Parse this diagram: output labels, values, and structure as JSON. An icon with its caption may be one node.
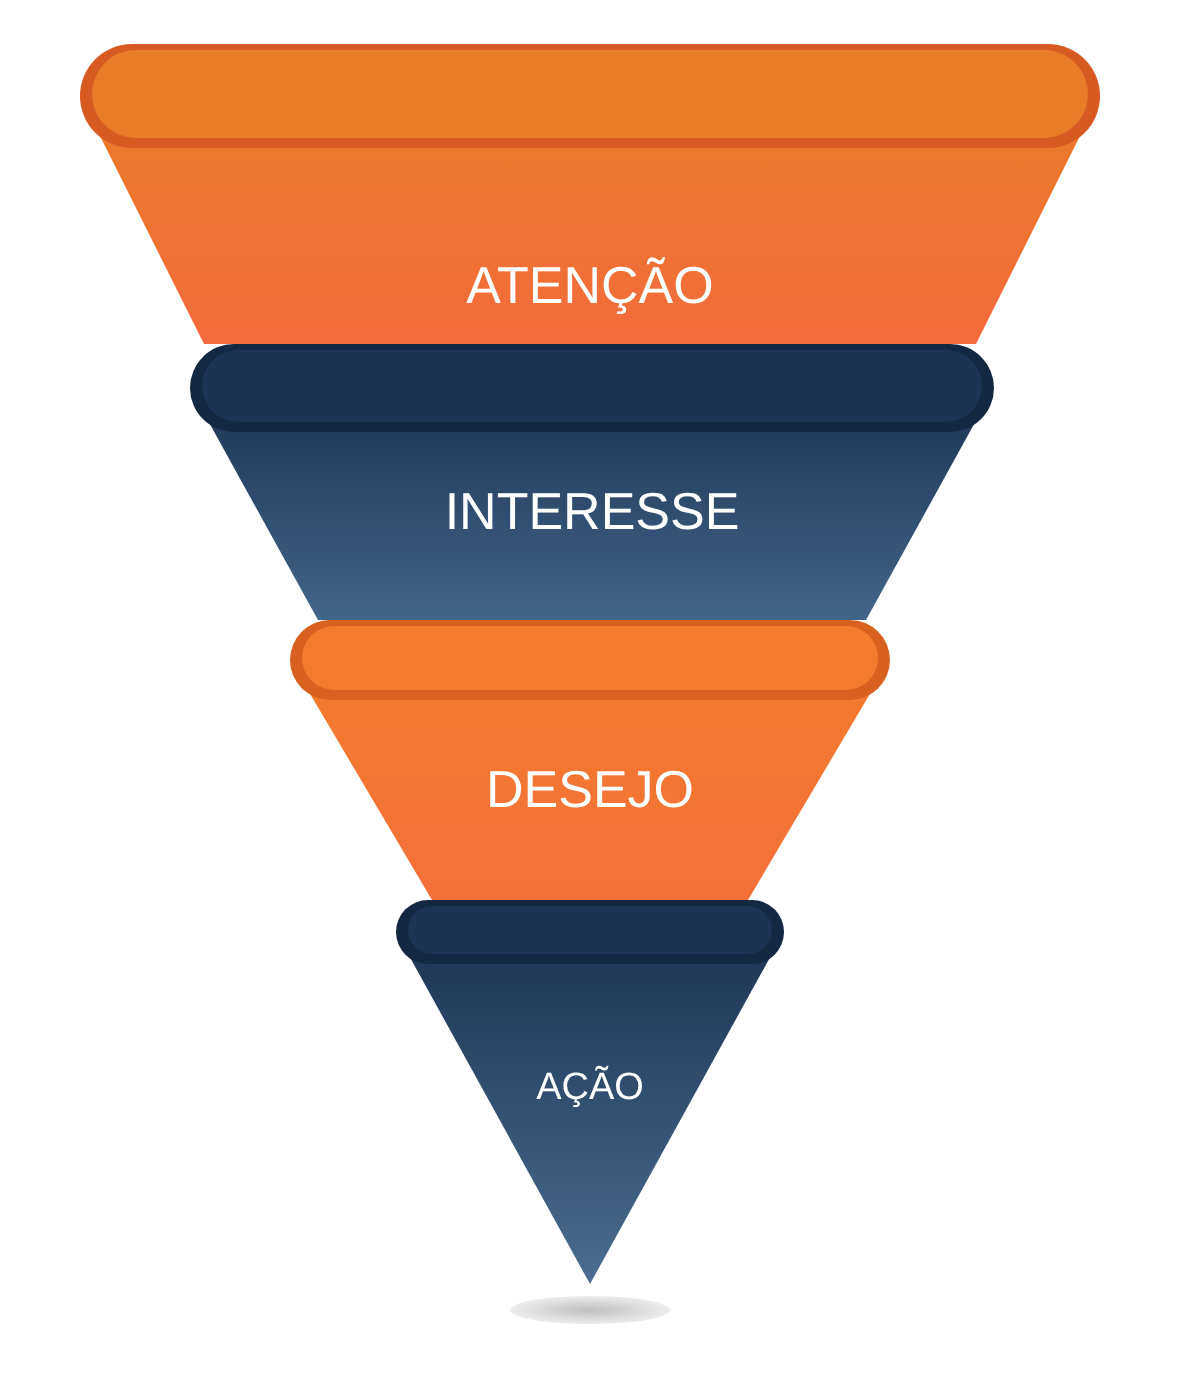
{
  "diagram": {
    "nodes": [
      {
        "text": [
          "ATENÇÃO"
        ]
      },
      {
        "text": [
          "INTERESSE"
        ]
      },
      {
        "text": [
          "DESEJO"
        ]
      },
      {
        "text": [
          "AÇÃO"
        ]
      }
    ]
  }
}
